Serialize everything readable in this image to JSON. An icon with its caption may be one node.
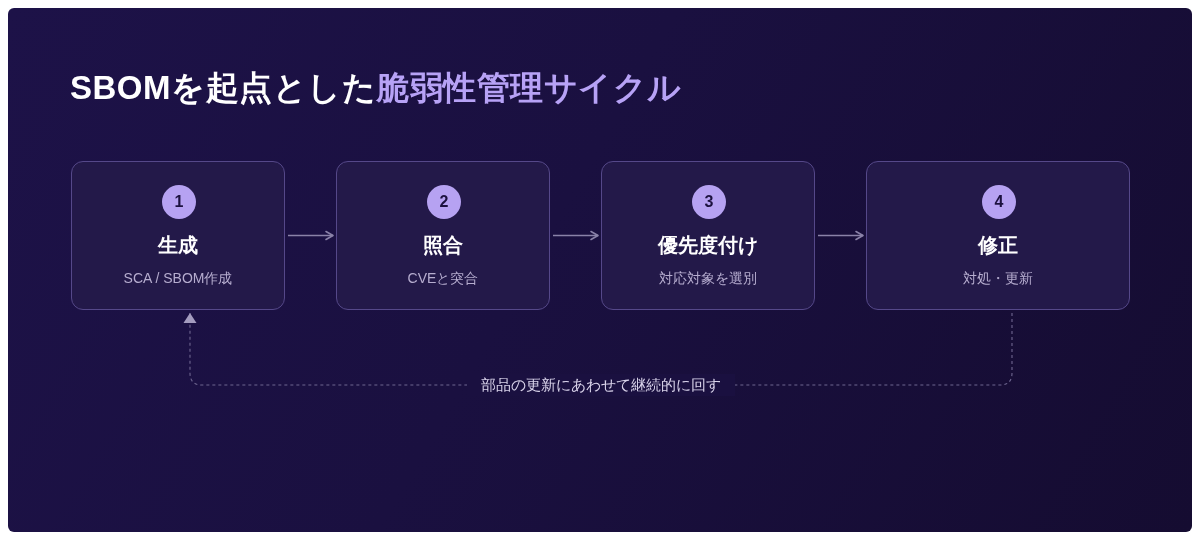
{
  "diagram": {
    "title": "SBOMを起点とした**脆弱性管理サイクル**",
    "nodes": [
      {
        "text": [
          "生成",
          "SCA / SBOM作成"
        ]
      },
      {
        "text": [
          "1"
        ],
        "in": 0
      },
      {
        "text": [
          "照合",
          "CVEと突合"
        ]
      },
      {
        "text": [
          "2"
        ],
        "in": 2
      },
      {
        "text": [
          "優先度付け",
          "対応対象を選別"
        ]
      },
      {
        "text": [
          "3"
        ],
        "in": 4
      },
      {
        "text": [
          "修正",
          "対処・更新"
        ]
      },
      {
        "text": [
          "4"
        ],
        "in": 6
      }
    ],
    "edges": [
      {
        "from": 0,
        "to": 2,
        "arrow": "to"
      },
      {
        "from": 2,
        "to": 4,
        "arrow": "to"
      },
      {
        "from": 4,
        "to": 6,
        "arrow": "to"
      },
      {
        "from": 6,
        "to": 0,
        "arrow": "to",
        "label": "部品の更新にあわせて継続的に回す",
        "style": "dashed"
      }
    ]
  }
}
